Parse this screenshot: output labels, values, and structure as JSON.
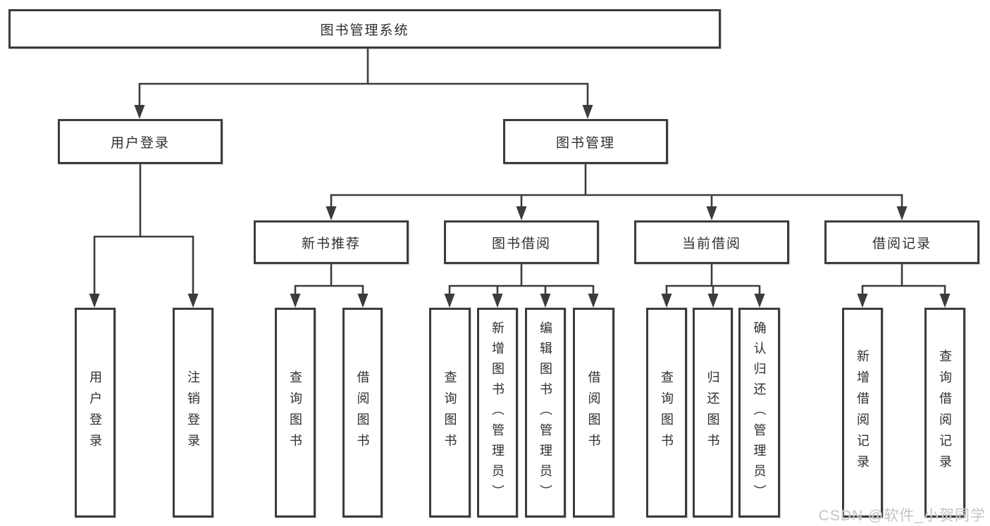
{
  "diagram": {
    "tree": {
      "label": "图书管理系统",
      "children": [
        {
          "label": "用户登录",
          "children": [
            {
              "label": "用户登录"
            },
            {
              "label": "注销登录"
            }
          ]
        },
        {
          "label": "图书管理",
          "children": [
            {
              "label": "新书推荐",
              "children": [
                {
                  "label": "查询图书"
                },
                {
                  "label": "借阅图书"
                }
              ]
            },
            {
              "label": "图书借阅",
              "children": [
                {
                  "label": "查询图书"
                },
                {
                  "label": "新增图书（管理员）"
                },
                {
                  "label": "编辑图书（管理员）"
                },
                {
                  "label": "借阅图书"
                }
              ]
            },
            {
              "label": "当前借阅",
              "children": [
                {
                  "label": "查询图书"
                },
                {
                  "label": "归还图书"
                },
                {
                  "label": "确认归还（管理员）"
                }
              ]
            },
            {
              "label": "借阅记录",
              "children": [
                {
                  "label": "新增借阅记录"
                },
                {
                  "label": "查询借阅记录"
                }
              ]
            }
          ]
        }
      ]
    },
    "watermark": {
      "text": "CSDN @软件_小贺同学"
    },
    "colors": {
      "line": "#3c3c3c",
      "box_border": "#3c3c3c",
      "box_fill": "#ffffff",
      "text": "#2e2e2e",
      "watermark": "#c4c4c4",
      "background": "#ffffff"
    }
  }
}
